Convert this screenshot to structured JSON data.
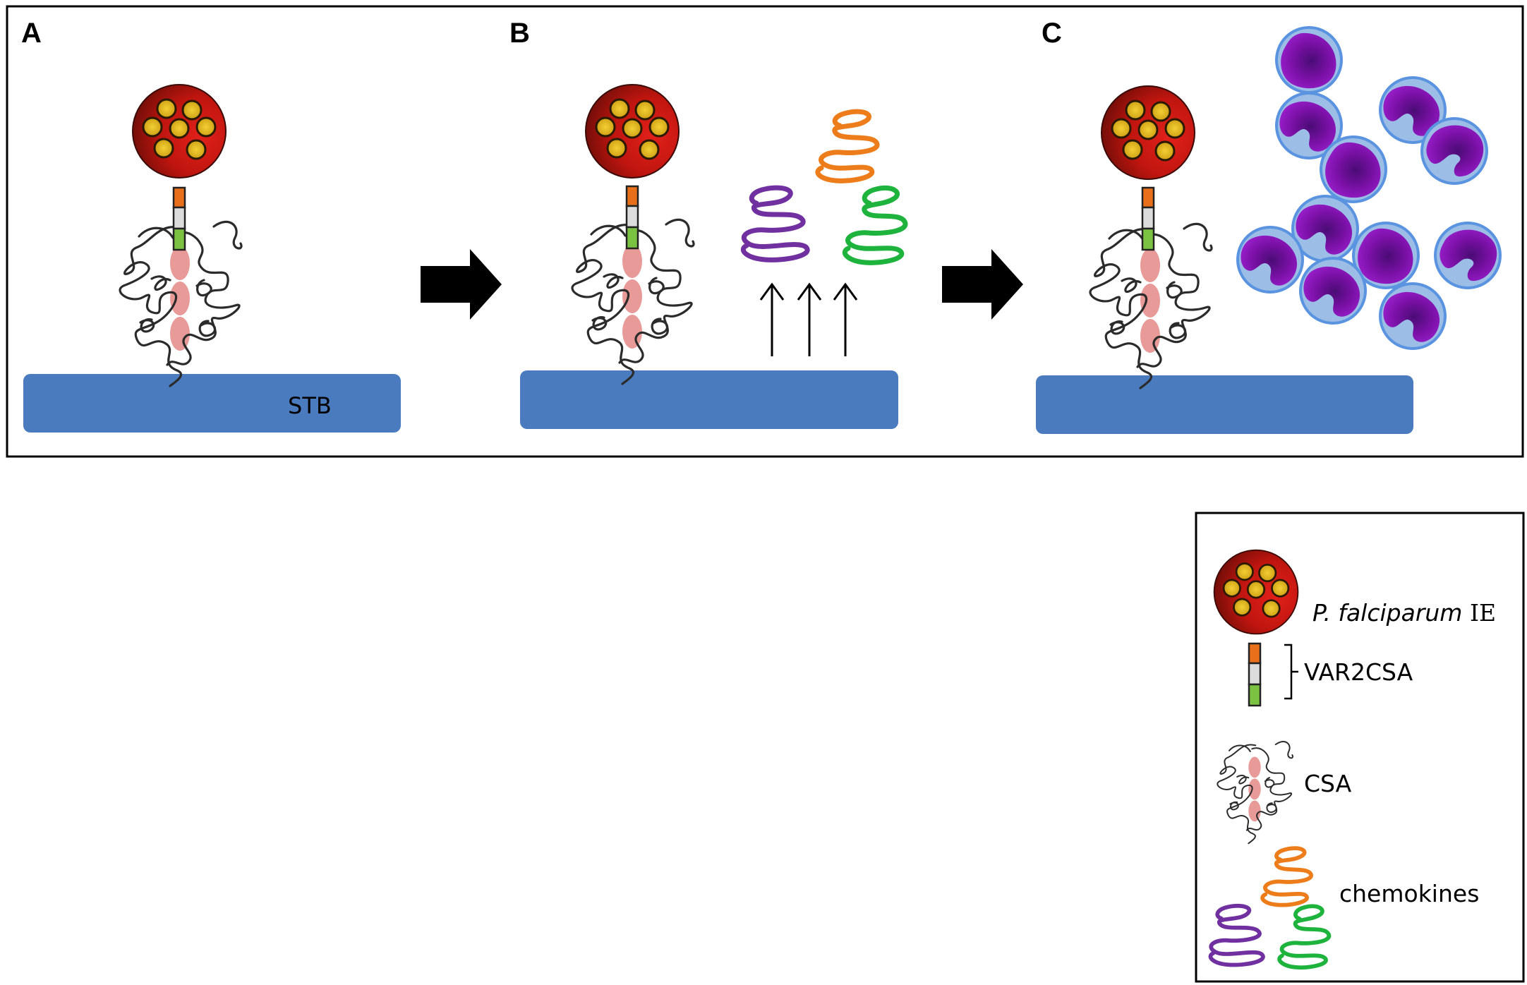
{
  "panels": [
    {
      "letter": "A"
    },
    {
      "letter": "B"
    },
    {
      "letter": "C"
    }
  ],
  "stb_label": "STB",
  "legend": {
    "ie_label_italic": "P. falciparum",
    "ie_label_suffix": " IE",
    "var2csa_label": "VAR2CSA",
    "csa_label": "CSA",
    "chemokines_label": "chemokines"
  },
  "colors": {
    "stb": "#4a7bbf",
    "ie_red": "#c41a14",
    "parasite_yellow": "#e0b81a",
    "var2csa_orange": "#e8701a",
    "var2csa_grey": "#d9d9d9",
    "var2csa_green": "#7cc242",
    "csa_core_pink": "#e79a97",
    "chemokine_purple": "#7030a0",
    "chemokine_orange": "#ed7d1a",
    "chemokine_green": "#1db33c",
    "immune_cell_body": "#9cbde6",
    "immune_cell_nucleus": "#8b0fb5"
  }
}
